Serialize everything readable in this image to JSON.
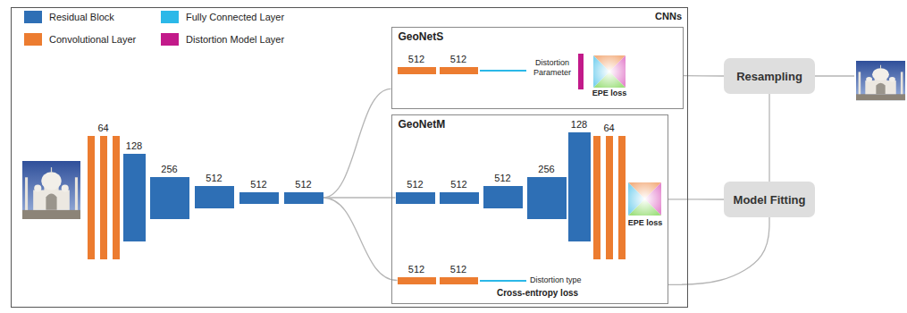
{
  "diagram": {
    "nodes": [
      {
        "text": [
          "CNNs"
        ]
      },
      {
        "text": [
          "64"
        ],
        "in": 0
      },
      {
        "text": [
          "128"
        ],
        "in": 0
      },
      {
        "text": [
          "256"
        ],
        "in": 0
      },
      {
        "text": [
          "512"
        ],
        "in": 0
      },
      {
        "text": [
          "512"
        ],
        "in": 0
      },
      {
        "text": [
          "512"
        ],
        "in": 0
      },
      {
        "text": [
          "GeoNetS"
        ],
        "in": 0
      },
      {
        "text": [
          "512"
        ],
        "in": 7
      },
      {
        "text": [
          "512"
        ],
        "in": 7
      },
      {
        "text": [
          "GeoNetM"
        ],
        "in": 0
      },
      {
        "text": [
          "512"
        ],
        "in": 10
      },
      {
        "text": [
          "512"
        ],
        "in": 10
      },
      {
        "text": [
          "512"
        ],
        "in": 10
      },
      {
        "text": [
          "256"
        ],
        "in": 10
      },
      {
        "text": [
          "128"
        ],
        "in": 10
      },
      {
        "text": [
          "64"
        ],
        "in": 10
      },
      {
        "text": [
          "512"
        ],
        "in": 10
      },
      {
        "text": [
          "512"
        ],
        "in": 10
      },
      {
        "text": [
          "Resampling"
        ]
      },
      {
        "text": [
          "Model Fitting"
        ]
      }
    ],
    "edges": [
      {
        "from": 6,
        "to": 7,
        "arrow": "none"
      },
      {
        "from": 6,
        "to": 11,
        "arrow": "none"
      },
      {
        "from": 6,
        "to": 17,
        "arrow": "none"
      },
      {
        "from": 7,
        "to": 19,
        "arrow": "none"
      },
      {
        "from": 10,
        "to": 20,
        "arrow": "none"
      },
      {
        "from": 10,
        "to": 20,
        "arrow": "none"
      },
      {
        "from": 20,
        "to": 19,
        "arrow": "none"
      }
    ],
    "labels": [
      "Distortion Parameter",
      "EPE loss",
      "EPE loss",
      "Distortion type",
      "Cross-entropy loss"
    ],
    "legend": [
      {
        "text": "Residual Block",
        "color": "#2e6fb5"
      },
      {
        "text": "Convolutional Layer",
        "color": "#ec7c30"
      },
      {
        "text": "Fully Connected Layer",
        "color": "#2bb8e8"
      },
      {
        "text": "Distortion Model Layer",
        "color": "#c21a8a"
      }
    ]
  }
}
